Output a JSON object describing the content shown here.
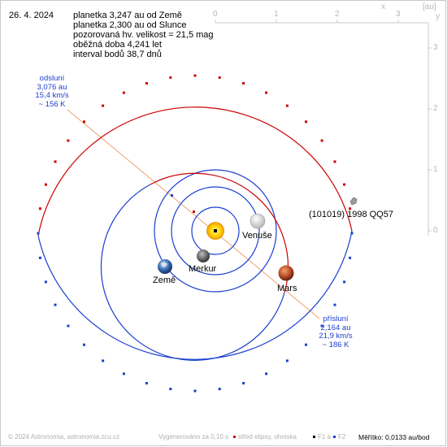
{
  "header": {
    "date": "26. 4. 2024",
    "lines": [
      "planetka 3,247 au od Země",
      "planetka 2,300 au od Slunce",
      "pozorovaná hv. velikost = 21,5 mag",
      "oběžná doba 4,241 let",
      "interval bodů 38,7 dnů"
    ]
  },
  "axes": {
    "x_ticks": [
      "0",
      "1",
      "2",
      "3"
    ],
    "x_label": "x",
    "unit": "[au]",
    "y_ticks": [
      "3",
      "2",
      "1",
      "0"
    ],
    "y_label": "y"
  },
  "bodies": {
    "sun": "sun",
    "venus": "Venuše",
    "mercury": "Merkur",
    "earth": "Země",
    "mars": "Mars",
    "asteroid": "(101019) 1998 QQ57"
  },
  "aphelion": {
    "title": "odsluní",
    "distance": "3,076 au",
    "speed": "15,4 km/s",
    "temp": "~ 156 K"
  },
  "perihelion": {
    "title": "přísluní",
    "distance": "2,164 au",
    "speed": "21,9 km/s",
    "temp": "~ 186 K"
  },
  "footer": {
    "copyright": "© 2024 Astronomia, astronomia.zcu.cz",
    "generated": "Vygenerováno za 0,10 s",
    "legend_center": "střed elipsy, ohniska",
    "legend_f1": "F1 a",
    "legend_f2": "F2",
    "scale": "Měřítko: 0,0133 au/bod"
  },
  "colors": {
    "inner_orbit": "#1a3fd0",
    "mars_orbit": "#cc0000",
    "asteroid_orbit_near": "#cc0000",
    "asteroid_orbit_far": "#1a3fd0",
    "apsis_line": "#f0a070",
    "sun": "#ffd400"
  },
  "icons": {
    "sun": "sun-icon",
    "venus": "venus-icon",
    "mercury": "mercury-icon",
    "earth": "earth-icon",
    "mars": "mars-icon",
    "asteroid": "asteroid-icon"
  }
}
